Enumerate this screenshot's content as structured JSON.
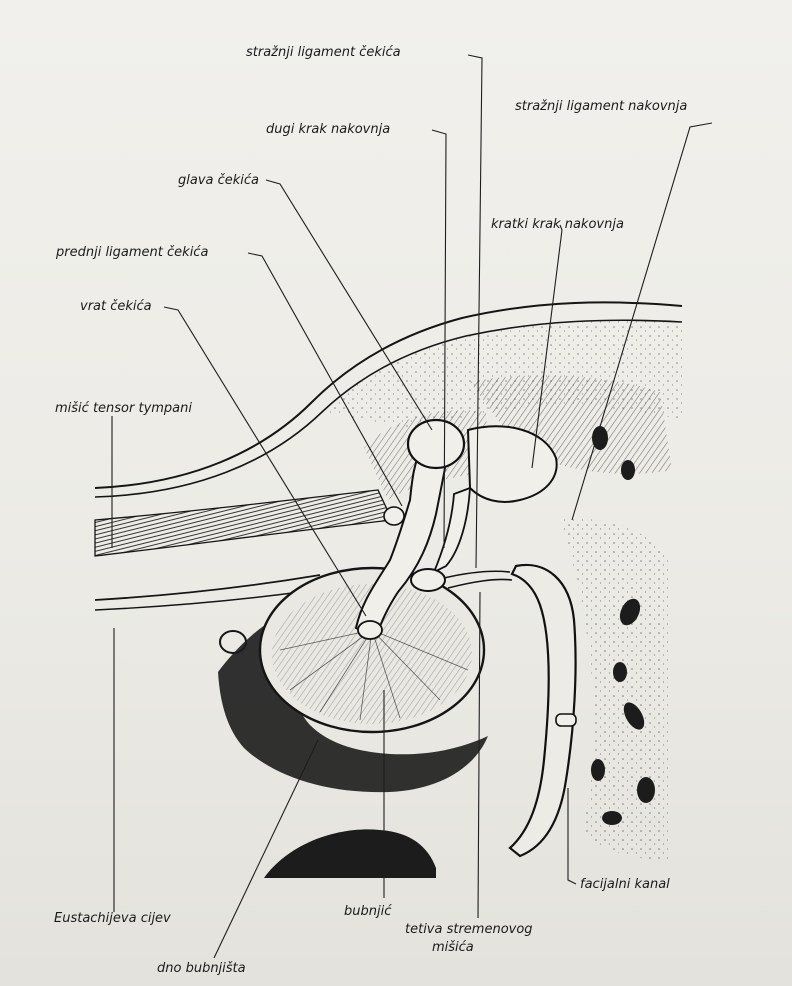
{
  "labels": {
    "straznji_lig_cekica": "stražnji ligament čekića",
    "straznji_lig_nakovnja": "stražnji ligament nakovnja",
    "dugi_krak": "dugi krak nakovnja",
    "glava": "glava čekića",
    "kratki_krak": "kratki krak nakovnja",
    "prednji_lig": "prednji ligament čekića",
    "vrat": "vrat čekića",
    "tensor": "mišić tensor tympani",
    "eustachijeva": "Eustachijeva cijev",
    "bubnjic": "bubnjić",
    "tetiva_line1": "tetiva stremenovog",
    "tetiva_line2": "mišića",
    "facijalni": "facijalni kanal",
    "dno": "dno bubnjišta"
  }
}
